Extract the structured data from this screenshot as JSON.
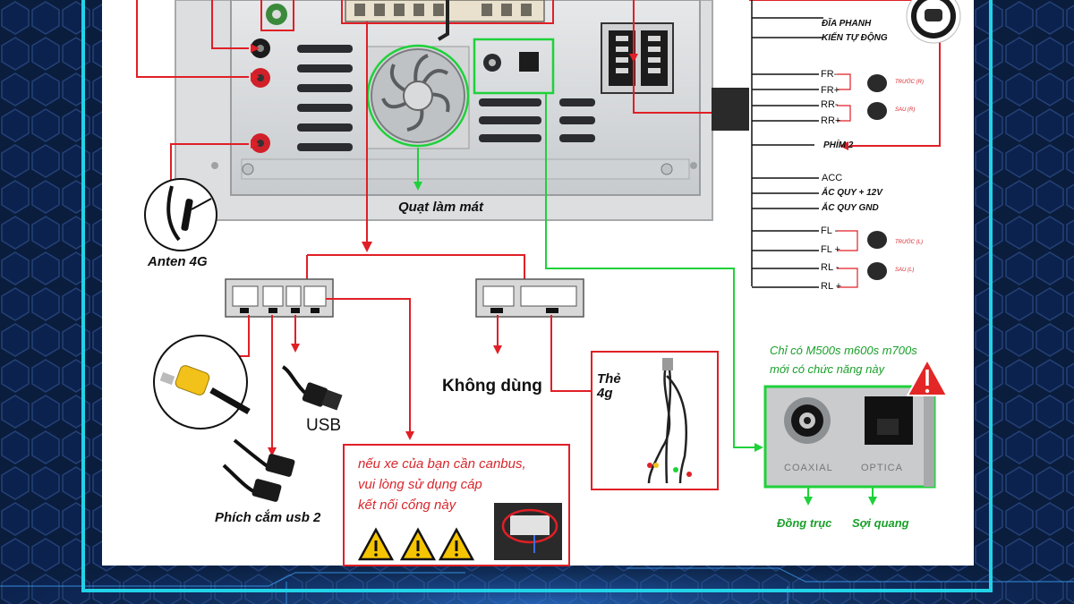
{
  "labels": {
    "cooling_fan": "Quạt làm mát",
    "antenna": "Anten 4G",
    "not_used": "Không dùng",
    "usb": "USB",
    "usb_plug_2": "Phích cắm usb 2",
    "sim_card_top": "Thẻ",
    "sim_card_bottom": "4g",
    "coaxial": "Đồng trục",
    "optical": "Sợi quang",
    "models_line1": "Chỉ có M500s m600s m700s",
    "models_line2": "mới có chức năng này",
    "coaxial_port_label": "COAXIAL",
    "optical_port_label": "OPTICA"
  },
  "canbus_note": {
    "line1": "nếu xe của bạn cần canbus,",
    "line2": "vui lòng sử dụng cáp",
    "line3": "kết nối cổng này"
  },
  "wires": {
    "brake": "ĐĨA PHANH",
    "auto_antenna": "KIẾN TỰ ĐỘNG",
    "fr_minus": "FR-",
    "fr_plus": "FR+",
    "rr_minus": "RR-",
    "rr_plus": "RR+",
    "front_r": "TRƯỚC (R)",
    "rear_r": "SAU (R)",
    "key2": "PHÍM 2",
    "acc": "ACC",
    "battery_12v": "ẮC QUY + 12V",
    "battery_gnd": "ẮC QUY GND",
    "fl_minus": "FL -",
    "fl_plus": "FL +",
    "rl_minus": "RL -",
    "rl_plus": "RL +",
    "front_l": "TRƯỚC (L)",
    "rear_l": "SAU (L)"
  },
  "colors": {
    "background": "#0a1d3d",
    "frame": "#22d3e8",
    "wire_red": "#e01f26",
    "wire_green": "#1fd13a",
    "panel": "#ffffff"
  },
  "icons": [
    "warning-icon",
    "steering-wheel-icon",
    "speaker-icon",
    "antenna-icon",
    "rca-plug-icon",
    "usb-plug-icon",
    "cable-harness-icon",
    "cooling-fan-icon"
  ]
}
